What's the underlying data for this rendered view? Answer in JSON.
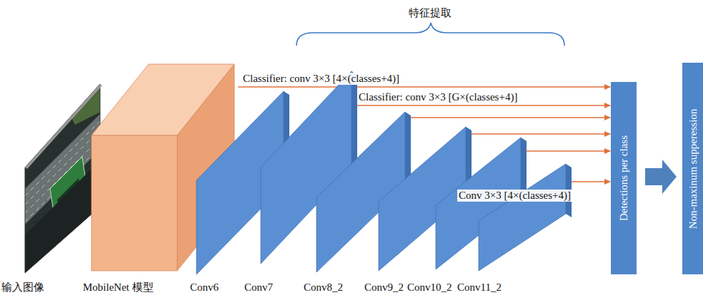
{
  "diagram": {
    "nodes": [
      {
        "text": [
          "输入图像"
        ]
      },
      {
        "text": [
          "MobileNet 模型"
        ]
      },
      {
        "text": [
          "Conv6"
        ]
      },
      {
        "text": [
          "Conv7"
        ]
      },
      {
        "text": [
          "Conv8_2"
        ]
      },
      {
        "text": [
          "Conv9_2"
        ]
      },
      {
        "text": [
          "Conv10_2"
        ]
      },
      {
        "text": [
          "Conv11_2"
        ]
      },
      {
        "text": [
          "Detections per class"
        ]
      },
      {
        "text": [
          "Non-maxinum supperession"
        ]
      }
    ],
    "edges": [
      {
        "from": 1,
        "to": 8,
        "arrow": "to",
        "label": "Classifier: conv 3×3 [4×(classes+4)]"
      },
      {
        "from": 3,
        "to": 8,
        "arrow": "to",
        "label": "Classifier: conv 3×3 [G×(classes+4)]"
      },
      {
        "from": 4,
        "to": 8,
        "arrow": "to"
      },
      {
        "from": 5,
        "to": 8,
        "arrow": "to"
      },
      {
        "from": 6,
        "to": 8,
        "arrow": "to"
      },
      {
        "from": 7,
        "to": 8,
        "arrow": "to",
        "label": "Conv 3×3 [4×(classes+4)]"
      },
      {
        "from": 8,
        "to": 9,
        "arrow": "to"
      }
    ],
    "labels": [
      "特征提取"
    ]
  }
}
